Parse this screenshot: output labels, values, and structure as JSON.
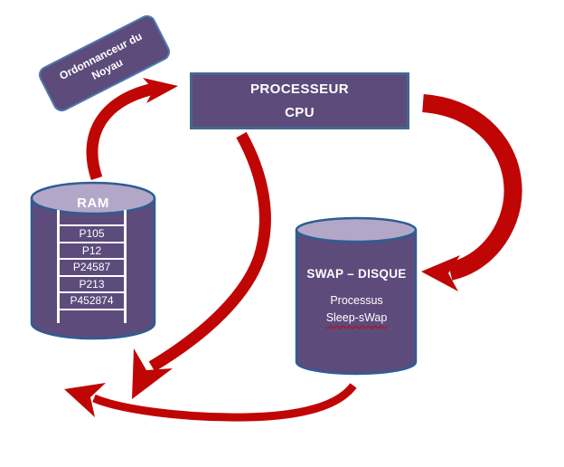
{
  "scheduler": {
    "line1": "Ordonnanceur du",
    "line2": "Noyau"
  },
  "cpu": {
    "line1": "PROCESSEUR",
    "line2": "CPU"
  },
  "ram": {
    "label": "RAM",
    "processes": [
      "P105",
      "P12",
      "P24587",
      "P213",
      "P452874"
    ]
  },
  "swap": {
    "title": "SWAP – DISQUE",
    "line1": "Processus",
    "line2": "Sleep-sWap"
  },
  "arrows": [
    {
      "from": "ram",
      "to": "cpu"
    },
    {
      "from": "cpu",
      "to": "swap"
    },
    {
      "from": "cpu",
      "to": "bottom-left"
    },
    {
      "from": "swap",
      "to": "bottom-left"
    }
  ],
  "colors": {
    "shape_fill": "#5d4b7c",
    "cylinder_top": "#b3a7c8",
    "box_border": "#44688f",
    "scheduler_border": "#4b7ab0",
    "cylinder_border": "#2e5d94",
    "arrow_red": "#c00505",
    "text_white": "#ffffff",
    "spellcheck_red": "#cc0000"
  }
}
